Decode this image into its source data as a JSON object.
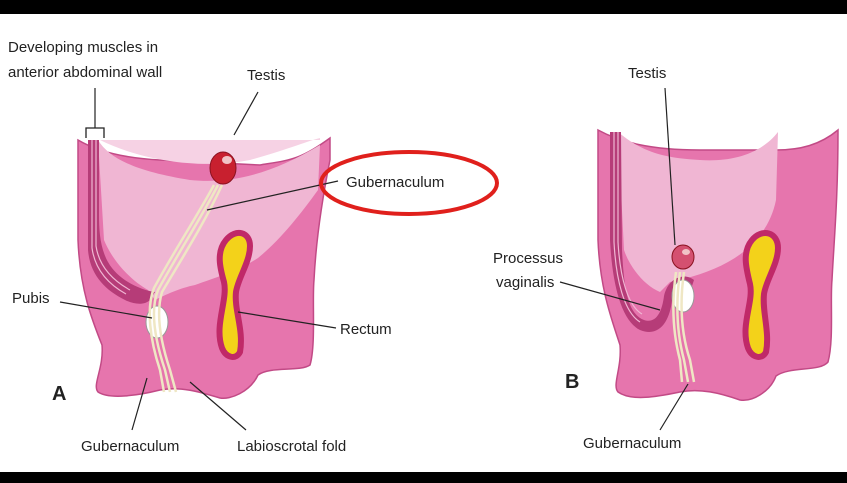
{
  "panels": {
    "a": {
      "letter": "A",
      "labels": {
        "muscles_line1": "Developing muscles in",
        "muscles_line2": "anterior abdominal wall",
        "testis": "Testis",
        "gubernaculum_upper": "Gubernaculum",
        "pubis": "Pubis",
        "rectum": "Rectum",
        "gubernaculum_lower": "Gubernaculum",
        "labioscrotal": "Labioscrotal fold"
      }
    },
    "b": {
      "letter": "B",
      "labels": {
        "testis": "Testis",
        "processus_line1": "Processus",
        "processus_line2": "vaginalis",
        "gubernaculum": "Gubernaculum"
      }
    }
  },
  "highlight": {
    "target": "Gubernaculum",
    "color": "#e0201c"
  },
  "colors": {
    "frame": "#000000",
    "background": "#ffffff",
    "body_wall": "#e675ad",
    "cavity": "#f0b6d3",
    "cavity_light": "#f6d2e4",
    "muscle_band": "#b63c78",
    "rectum": "#f3d21a",
    "rectum_rim": "#c02968",
    "testis": "#c8202f",
    "gubernaculum": "#efe7c4"
  }
}
